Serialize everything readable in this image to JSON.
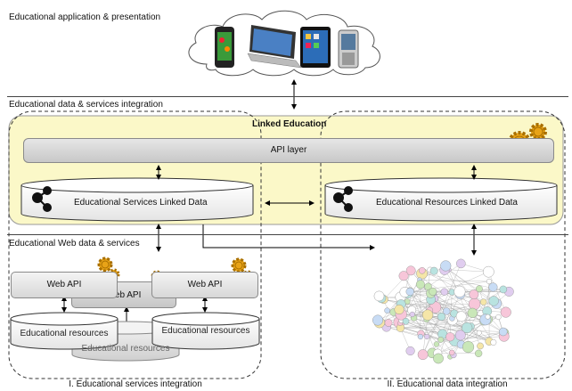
{
  "labels": {
    "app_layer": "Educational application & presentation",
    "data_services_integration": "Educational data & services integration",
    "linked_education": "Linked Education",
    "api_layer": "API layer",
    "services_linked_data": "Educational Services Linked Data",
    "resources_linked_data": "Educational Resources Linked Data",
    "web_data_services": "Educational Web data & services",
    "web_api_1": "Web API",
    "web_api_2": "Web API",
    "web_api_3": "Web API",
    "edu_resources_1": "Educational resources",
    "edu_resources_2": "Educational resources",
    "edu_resources_3": "Educational resources",
    "services_integration": "I. Educational services integration",
    "data_integration": "II. Educational data integration"
  },
  "colors": {
    "linked_education_fill": "#fbf8c8",
    "gear": "#e8a317",
    "cloud_stroke": "#555555"
  },
  "icons": [
    "cloud-icon",
    "smartphone-icon",
    "laptop-icon",
    "tablet-icon",
    "pda-icon",
    "gears-icon",
    "linked-data-graph-icon",
    "linked-open-data-cloud-icon"
  ]
}
